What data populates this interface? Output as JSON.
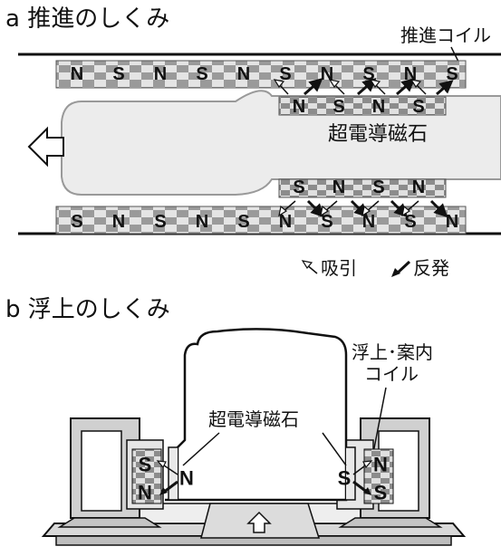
{
  "section_a": {
    "heading": "a 推進のしくみ",
    "coil_label": "推進コイル",
    "magnet_label": "超電導磁石",
    "top_coil_poles": [
      "N",
      "S",
      "N",
      "S",
      "N",
      "S",
      "N",
      "S",
      "N",
      "S"
    ],
    "top_magnet_poles": [
      "N",
      "S",
      "N",
      "S"
    ],
    "bottom_magnet_poles": [
      "S",
      "N",
      "S",
      "N"
    ],
    "bottom_coil_poles": [
      "S",
      "N",
      "S",
      "N",
      "S",
      "N",
      "S",
      "N",
      "S",
      "N"
    ],
    "legend": {
      "attract_label": "吸引",
      "repel_label": "反発"
    }
  },
  "section_b": {
    "heading": "b 浮上のしくみ",
    "coil_label_line1": "浮上･案内",
    "coil_label_line2": "コイル",
    "magnet_label": "超電導磁石",
    "left_coil_poles": [
      "S",
      "N"
    ],
    "left_magnet_pole": "N",
    "right_coil_poles": [
      "N",
      "S"
    ],
    "right_magnet_pole": "S"
  }
}
